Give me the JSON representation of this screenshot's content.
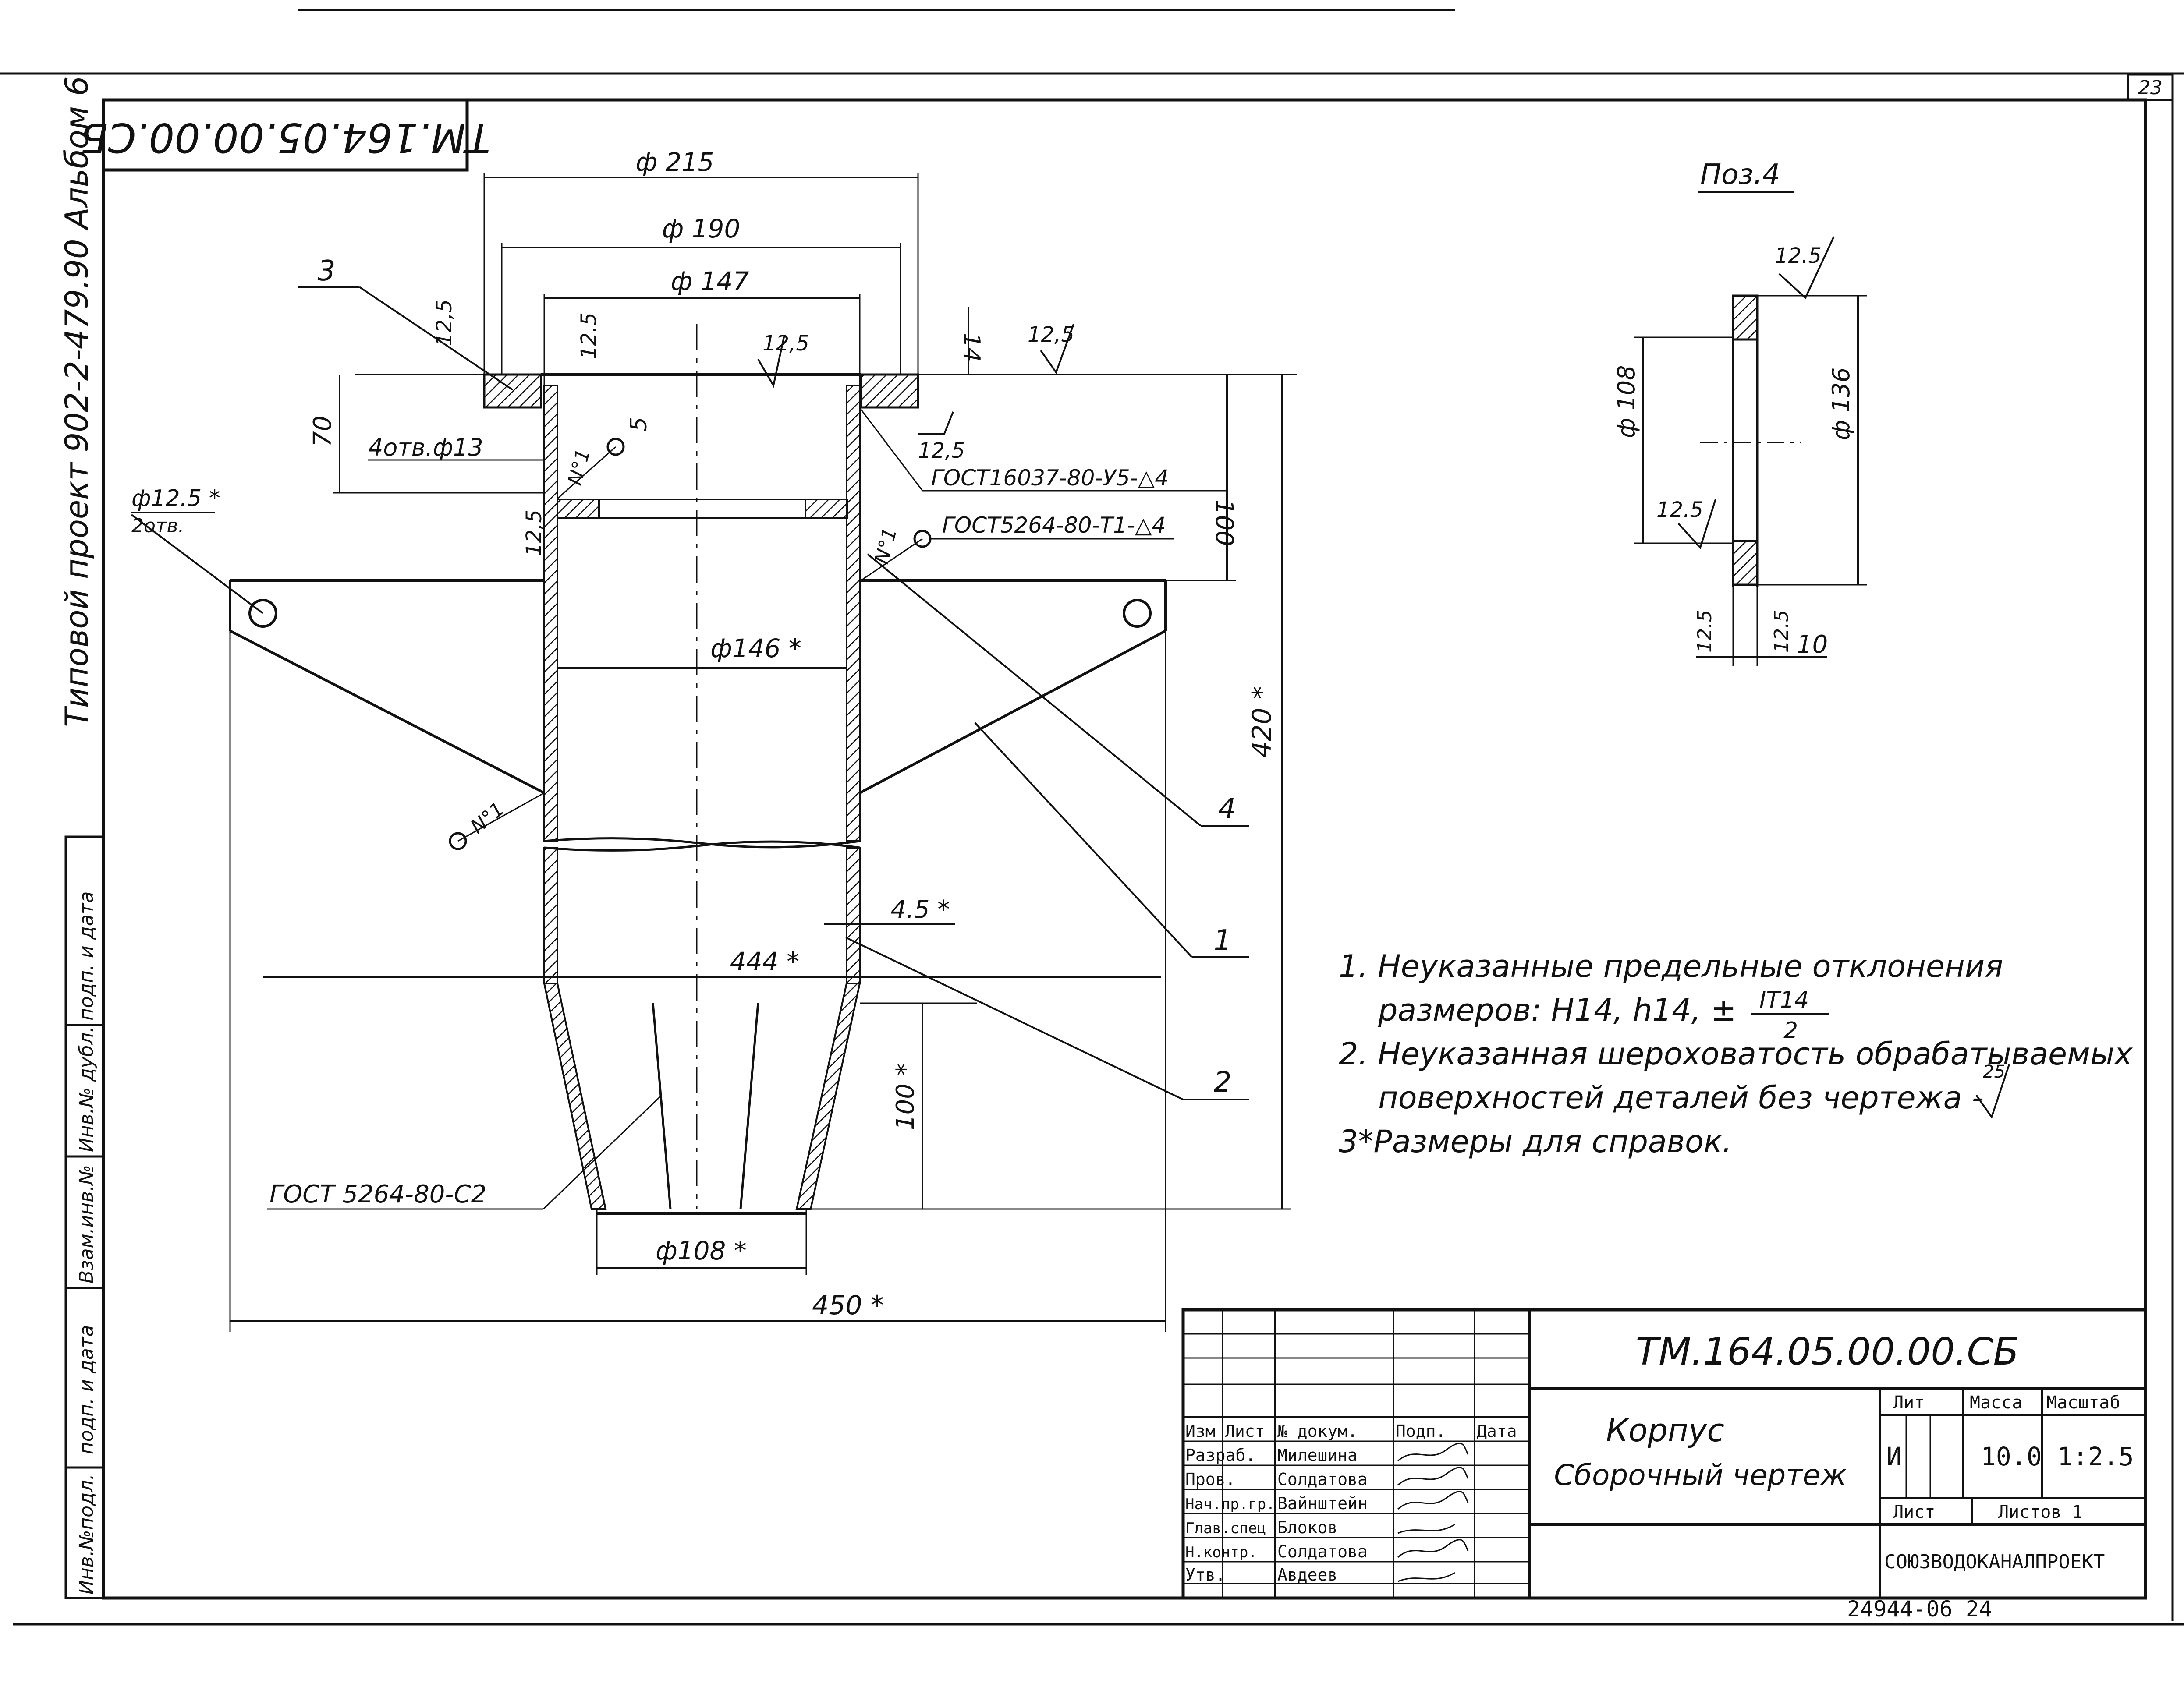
{
  "sheet": {
    "sheet_number": "23",
    "code_rotated": "ТМ.164.05.00.00.СБ",
    "margin_text": "Типовой проект 902-2-479.90 Альбом 6",
    "bottom_code": "24944-06  24"
  },
  "side_stamp": [
    "Инв.№подл.",
    "подп. и дата",
    "Взам.инв.№",
    "Инв.№ дубл.",
    "подп. и дата"
  ],
  "dimensions": {
    "d215": "ф 215",
    "d190": "ф 190",
    "d147": "ф 147",
    "d146": "ф146 *",
    "d108": "ф108 *",
    "w444": "444 *",
    "w450": "450 *",
    "h420": "420 *",
    "h100top": "100",
    "h100bot": "100 *",
    "h70": "70",
    "t14": "14",
    "t5": "5",
    "t45": "4.5 *",
    "holes": "4отв.ф13",
    "holes2a": "ф12.5 *",
    "holes2b": "2отв."
  },
  "roughness": [
    "12,5",
    "12.5",
    "12,5",
    "12,5",
    "12,5",
    "12,5"
  ],
  "weld_marks": [
    "N°1",
    "N°1",
    "N°1"
  ],
  "standards": {
    "g1": "ГОСТ16037-80-У5-△4",
    "g2": "ГОСТ5264-80-Т1-△4",
    "g3": "ГОСТ 5264-80-С2"
  },
  "callouts": [
    "3",
    "4",
    "1",
    "2"
  ],
  "detail": {
    "title": "Поз.4",
    "rough_top": "12.5",
    "d108": "ф 108",
    "d136": "ф 136",
    "rough_mid": "12.5",
    "rough_l": "12.5",
    "rough_r": "12.5",
    "thk": "10"
  },
  "notes": [
    "1. Неуказанные предельные отклонения",
    "размеров: Н14, h14, ±",
    "IT14",
    "2",
    "2. Неуказанная шероховатость обрабатываемых",
    "поверхностей деталей без чертежа -",
    "3*Размеры для справок."
  ],
  "note_rough": "25",
  "title_block": {
    "code": "ТМ.164.05.00.00.СБ",
    "name1": "Корпус",
    "name2": "Сборочный чертеж",
    "head": [
      "Изм",
      "Лист",
      "№ докум.",
      "Подп.",
      "Дата"
    ],
    "roles": [
      "Разраб.",
      "Пров.",
      "Нач.пр.гр.",
      "Глав.спец",
      "Н.контр.",
      "Утв."
    ],
    "people": [
      "Милешина",
      "Солдатова",
      "Вайнштейн",
      "Блоков",
      "Солдатова",
      "Авдеев"
    ],
    "lit_label": "Лит",
    "mass_label": "Масса",
    "scale_label": "Масштаб",
    "lit_value": "И",
    "mass_value": "10.0",
    "scale_value": "1:2.5",
    "sheet_label": "Лист",
    "sheets_label": "Листов 1",
    "org": "СОЮЗВОДОКАНАЛПРОЕКТ"
  }
}
